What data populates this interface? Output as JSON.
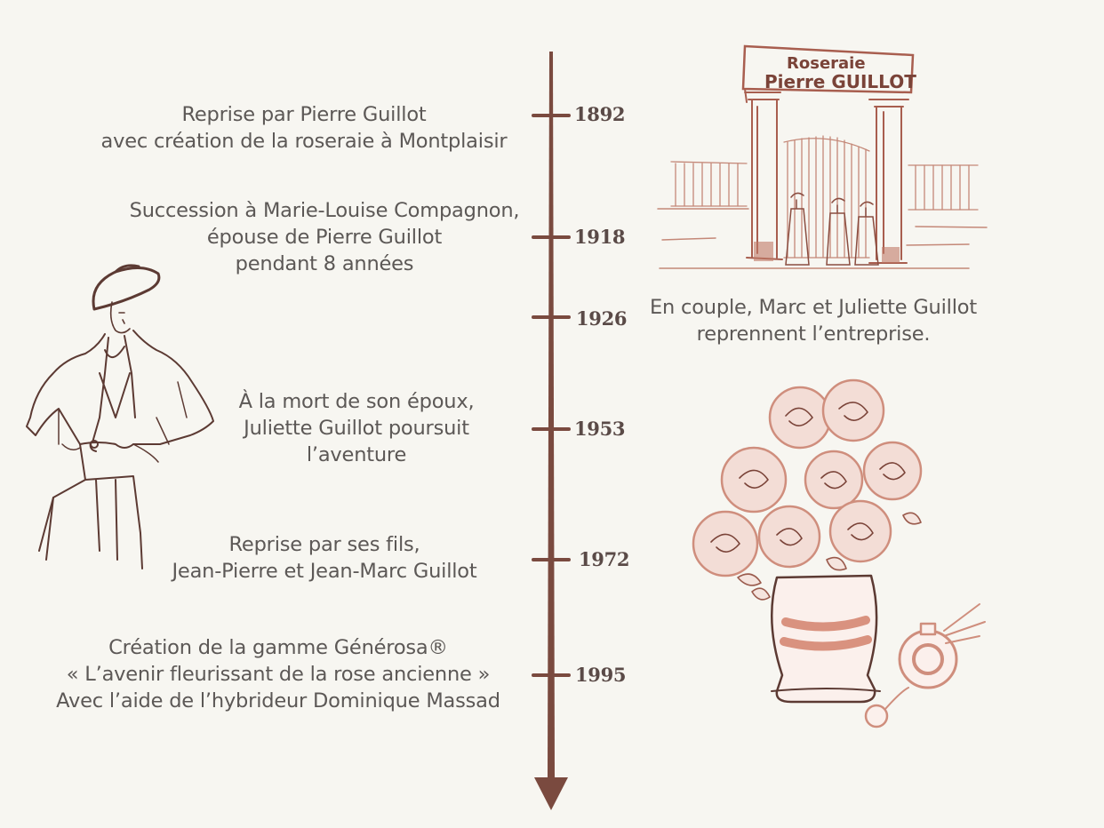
{
  "timeline": {
    "events": [
      {
        "year": "1892",
        "lines": [
          "Reprise par Pierre Guillot",
          "avec création de la roseraie à Montplaisir"
        ]
      },
      {
        "year": "1918",
        "lines": [
          "Succession à Marie-Louise Compagnon,",
          "épouse de Pierre Guillot",
          "pendant 8 années"
        ]
      },
      {
        "year": "1926",
        "lines": [
          "En couple, Marc et Juliette Guillot",
          "reprennent l’entreprise."
        ]
      },
      {
        "year": "1953",
        "lines": [
          "À la mort de son époux,",
          "Juliette Guillot poursuit",
          "l’aventure"
        ]
      },
      {
        "year": "1972",
        "lines": [
          "Reprise par ses fils,",
          "Jean-Pierre et Jean-Marc Guillot"
        ]
      },
      {
        "year": "1995",
        "lines": [
          "Création de la gamme Générosa®",
          "« L’avenir fleurissant de la rose ancienne »",
          "Avec l’aide de l’hybrideur Dominique Massad"
        ]
      }
    ]
  },
  "illustrations": {
    "gate_sign": {
      "line1": "Roseraie",
      "line2": "Pierre GUILLOT"
    }
  },
  "colors": {
    "axis": "#7a4a3f",
    "ink": "#6b3e34",
    "rose": "#cf8e7d",
    "text": "#5c5856"
  }
}
